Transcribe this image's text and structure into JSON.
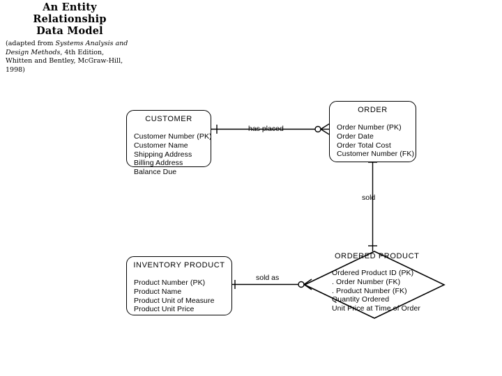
{
  "title": {
    "line1": "An Entity",
    "line2": "Relationship",
    "line3": "Data Model",
    "subtitle_prefix": "(adapted from ",
    "subtitle_italic": "Systems Analysis and Design Methods",
    "subtitle_suffix": ", 4th Edition, Whitten and Bentley, McGraw-Hill, 1998)"
  },
  "entities": {
    "customer": {
      "name": "CUSTOMER",
      "attributes": [
        "Customer Number (PK)",
        "Customer Name",
        "Shipping Address",
        "Billing Address",
        "Balance Due"
      ]
    },
    "order": {
      "name": "ORDER",
      "attributes": [
        "Order Number (PK)",
        "Order Date",
        "Order Total Cost",
        "Customer Number (FK)"
      ]
    },
    "inventory_product": {
      "name": "INVENTORY PRODUCT",
      "attributes": [
        "Product Number (PK)",
        "Product Name",
        "Product Unit of Measure",
        "Product Unit Price"
      ]
    },
    "ordered_product": {
      "name": "ORDERED PRODUCT",
      "attributes": [
        "Ordered Product ID (PK)",
        ". Order Number (FK)",
        ". Product Number (FK)",
        "Quantity Ordered",
        "Unit Price at Time of Order"
      ]
    }
  },
  "relationships": {
    "has_placed": {
      "label": "has placed",
      "from": "CUSTOMER",
      "to": "ORDER",
      "from_cardinality": "one",
      "to_cardinality": "zero-or-many"
    },
    "sold": {
      "label": "sold",
      "from": "ORDER",
      "to": "ORDERED PRODUCT",
      "from_cardinality": "one",
      "to_cardinality": "one"
    },
    "sold_as": {
      "label": "sold as",
      "from": "INVENTORY PRODUCT",
      "to": "ORDERED PRODUCT",
      "from_cardinality": "one",
      "to_cardinality": "zero-or-many"
    }
  },
  "colors": {
    "stroke": "#000000",
    "background": "#ffffff"
  }
}
